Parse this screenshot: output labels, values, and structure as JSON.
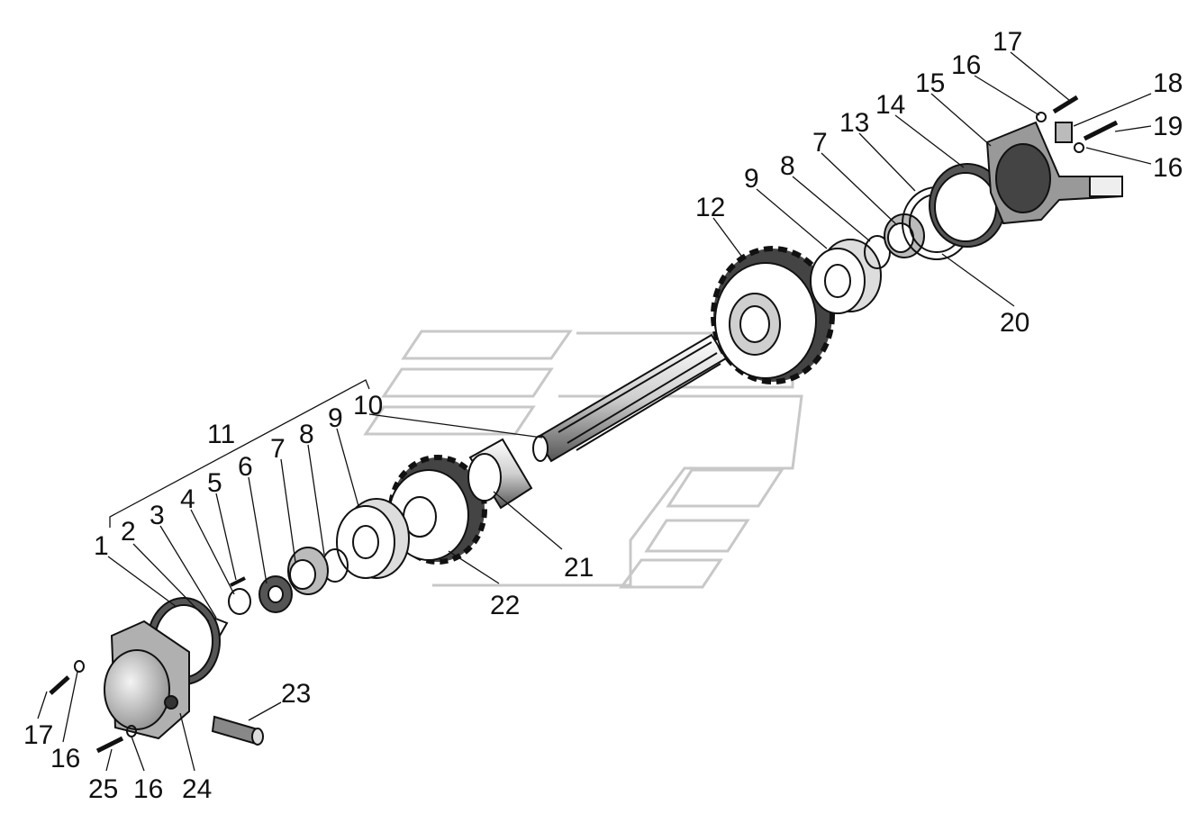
{
  "callouts": [
    {
      "id": "c17a",
      "text": "17"
    },
    {
      "id": "c16a",
      "text": "16"
    },
    {
      "id": "c18",
      "text": "18"
    },
    {
      "id": "c19",
      "text": "19"
    },
    {
      "id": "c16b",
      "text": "16"
    },
    {
      "id": "c15",
      "text": "15"
    },
    {
      "id": "c14",
      "text": "14"
    },
    {
      "id": "c13",
      "text": "13"
    },
    {
      "id": "c7a",
      "text": "7"
    },
    {
      "id": "c8a",
      "text": "8"
    },
    {
      "id": "c9a",
      "text": "9"
    },
    {
      "id": "c12",
      "text": "12"
    },
    {
      "id": "c20",
      "text": "20"
    },
    {
      "id": "c10",
      "text": "10"
    },
    {
      "id": "c11",
      "text": "11"
    },
    {
      "id": "c1",
      "text": "1"
    },
    {
      "id": "c2",
      "text": "2"
    },
    {
      "id": "c3",
      "text": "3"
    },
    {
      "id": "c4",
      "text": "4"
    },
    {
      "id": "c5",
      "text": "5"
    },
    {
      "id": "c6",
      "text": "6"
    },
    {
      "id": "c7b",
      "text": "7"
    },
    {
      "id": "c8b",
      "text": "8"
    },
    {
      "id": "c9b",
      "text": "9"
    },
    {
      "id": "c21",
      "text": "21"
    },
    {
      "id": "c22",
      "text": "22"
    },
    {
      "id": "c23",
      "text": "23"
    },
    {
      "id": "c17b",
      "text": "17"
    },
    {
      "id": "c16c",
      "text": "16"
    },
    {
      "id": "c25",
      "text": "25"
    },
    {
      "id": "c16d",
      "text": "16"
    },
    {
      "id": "c24",
      "text": "24"
    }
  ],
  "colors": {
    "ink": "#111111",
    "watermark": "#c8c8c8",
    "background": "#ffffff"
  }
}
